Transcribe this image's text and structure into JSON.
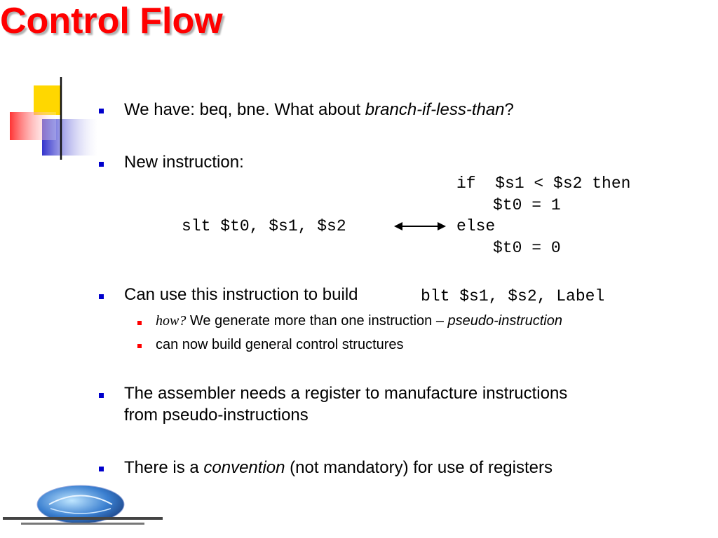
{
  "title": "Control Flow",
  "bullets": {
    "b1": {
      "prefix": "We have:  beq, bne. What about ",
      "italic": "branch-if-less-than",
      "suffix": "?"
    },
    "b2": {
      "text": "New instruction:"
    },
    "code": {
      "left": "slt $t0, $s1, $s2",
      "line1": "if  $s1 < $s2 then",
      "line2": "$t0 = 1",
      "line3": "else",
      "line4": "$t0 = 0"
    },
    "b3": {
      "text": "Can use this instruction to build",
      "code": "blt $s1, $s2, Label"
    },
    "sub1": {
      "how": "how?",
      "middle": " We generate more than one instruction – ",
      "italic": "pseudo-instruction"
    },
    "sub2": {
      "text": "can now build general control structures"
    },
    "b4": {
      "line1": "The assembler needs a register to manufacture instructions",
      "line2": "from pseudo-instructions"
    },
    "b5": {
      "prefix": "There is a ",
      "italic": "convention",
      "suffix": " (not mandatory) for use of registers"
    }
  },
  "colors": {
    "title": "#ff0000",
    "bullet": "#0000cc",
    "subbullet": "#ff0000",
    "deco_yellow": "#ffd700",
    "deco_blue": "#3333cc",
    "deco_red": "#ff3333"
  },
  "logo": {
    "icon": "university-logo-icon"
  }
}
